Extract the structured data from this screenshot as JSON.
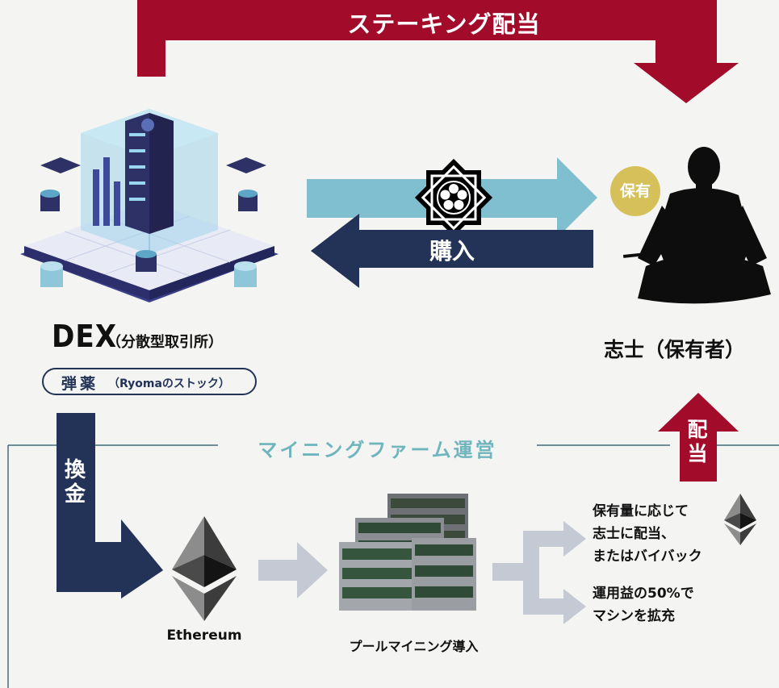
{
  "colors": {
    "red": "#a30b2a",
    "navy": "#233358",
    "teal": "#7fbfd0",
    "light_gray": "#c5c9d3",
    "gold": "#d6c05a",
    "teal_text": "#6fb5bd",
    "dark": "#111111"
  },
  "top_arrow": {
    "label": "ステーキング配当"
  },
  "kamon_arrow": {
    "icon": "kamon-crest"
  },
  "buy_arrow": {
    "label": "購入"
  },
  "hold_badge": {
    "label": "保有"
  },
  "dex": {
    "icon": "dex-server-isometric",
    "title": "DEX",
    "subtitle": "（分散型取引所）",
    "pill_main": "弾薬",
    "pill_sub": "（Ryomaのストック）"
  },
  "holder": {
    "icon": "samurai-silhouette",
    "label": "志士（保有者）"
  },
  "mining": {
    "title": "マイニングファーム運営",
    "exchange_label": "換金",
    "dividend_label": "配当",
    "eth_label": "Ethereum",
    "pool_label": "プールマイニング導入",
    "outcome_1": [
      "保有量に応じて",
      "志士に配当、",
      "またはバイバック"
    ],
    "outcome_2": [
      "運用益の50%で",
      "マシンを拡充"
    ]
  }
}
